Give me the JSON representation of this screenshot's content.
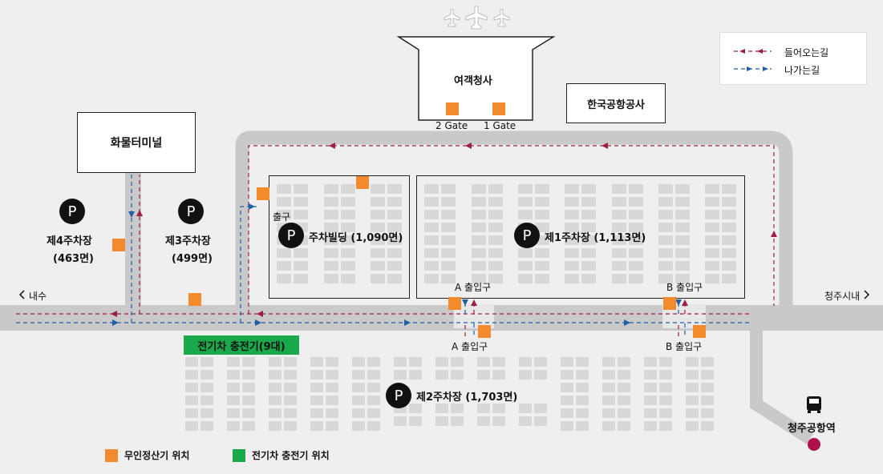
{
  "terminal": {
    "label": "여객청사",
    "gates": [
      "2 Gate",
      "1 Gate"
    ]
  },
  "kac": "한국공항공사",
  "cargo": "화물터미널",
  "legend_routes": {
    "inbound": "들어오는길",
    "outbound": "나가는길",
    "inbound_color": "#9b2042",
    "outbound_color": "#1f5fa8"
  },
  "lots": {
    "lot4": {
      "name": "제4주차장",
      "spaces": "(463면)"
    },
    "lot3": {
      "name": "제3주차장",
      "spaces": "(499면)"
    },
    "building": {
      "name": "주차빌딩 (1,090면)"
    },
    "lot1": {
      "name": "제1주차장 (1,113면)"
    },
    "lot2": {
      "name": "제2주차장 (1,703면)"
    }
  },
  "p_symbol": "P",
  "exit": "출구",
  "gates_labels": {
    "a_top": "A 출입구",
    "b_top": "B 출입구",
    "a_bottom": "A 출입구",
    "b_bottom": "B 출입구"
  },
  "directions": {
    "left": "내수",
    "right": "청주시내"
  },
  "ev_badge": "전기차 충전기(9대)",
  "station": "청주공항역",
  "legend_bottom": {
    "kiosk": "무인정산기 위치",
    "ev": "전기차 충전기 위치",
    "kiosk_color": "#f28a2e",
    "ev_color": "#19a84a"
  }
}
